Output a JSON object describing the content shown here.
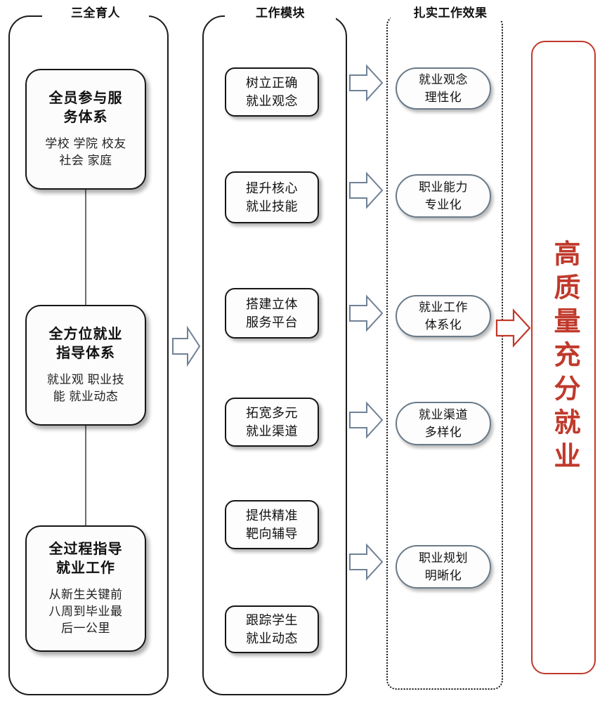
{
  "columns": {
    "col1": {
      "header": "三全育人",
      "cards": [
        {
          "title": "全员参与服\n务体系",
          "subtitle": "学校 学院 校友\n社会 家庭"
        },
        {
          "title": "全方位就业\n指导体系",
          "subtitle": "就业观 职业技\n能 就业动态"
        },
        {
          "title": "全过程指导\n就业工作",
          "subtitle": "从新生关键前\n八周到毕业最\n后一公里"
        }
      ]
    },
    "col2": {
      "header": "工作模块",
      "modules": [
        {
          "label": "树立正确\n就业观念"
        },
        {
          "label": "提升核心\n就业技能"
        },
        {
          "label": "搭建立体\n服务平台"
        },
        {
          "label": "拓宽多元\n就业渠道"
        },
        {
          "label": "提供精准\n靶向辅导"
        },
        {
          "label": "跟踪学生\n就业动态"
        }
      ]
    },
    "col3": {
      "header": "扎实工作效果",
      "effects": [
        {
          "label": "就业观念\n理性化"
        },
        {
          "label": "职业能力\n专业化"
        },
        {
          "label": "就业工作\n体系化"
        },
        {
          "label": "就业渠道\n多样化"
        },
        {
          "label": "职业规划\n明晰化"
        }
      ]
    }
  },
  "result": {
    "text": "高质量充分就业"
  },
  "colors": {
    "result_red": "#c0392b",
    "arrow_blue": "#6f8196",
    "arrow_red": "#c0392b",
    "outline_dark": "#161616"
  },
  "icons": {
    "flow_arrow": "right-arrow-icon",
    "flow_arrow_final": "right-arrow-red-icon"
  }
}
